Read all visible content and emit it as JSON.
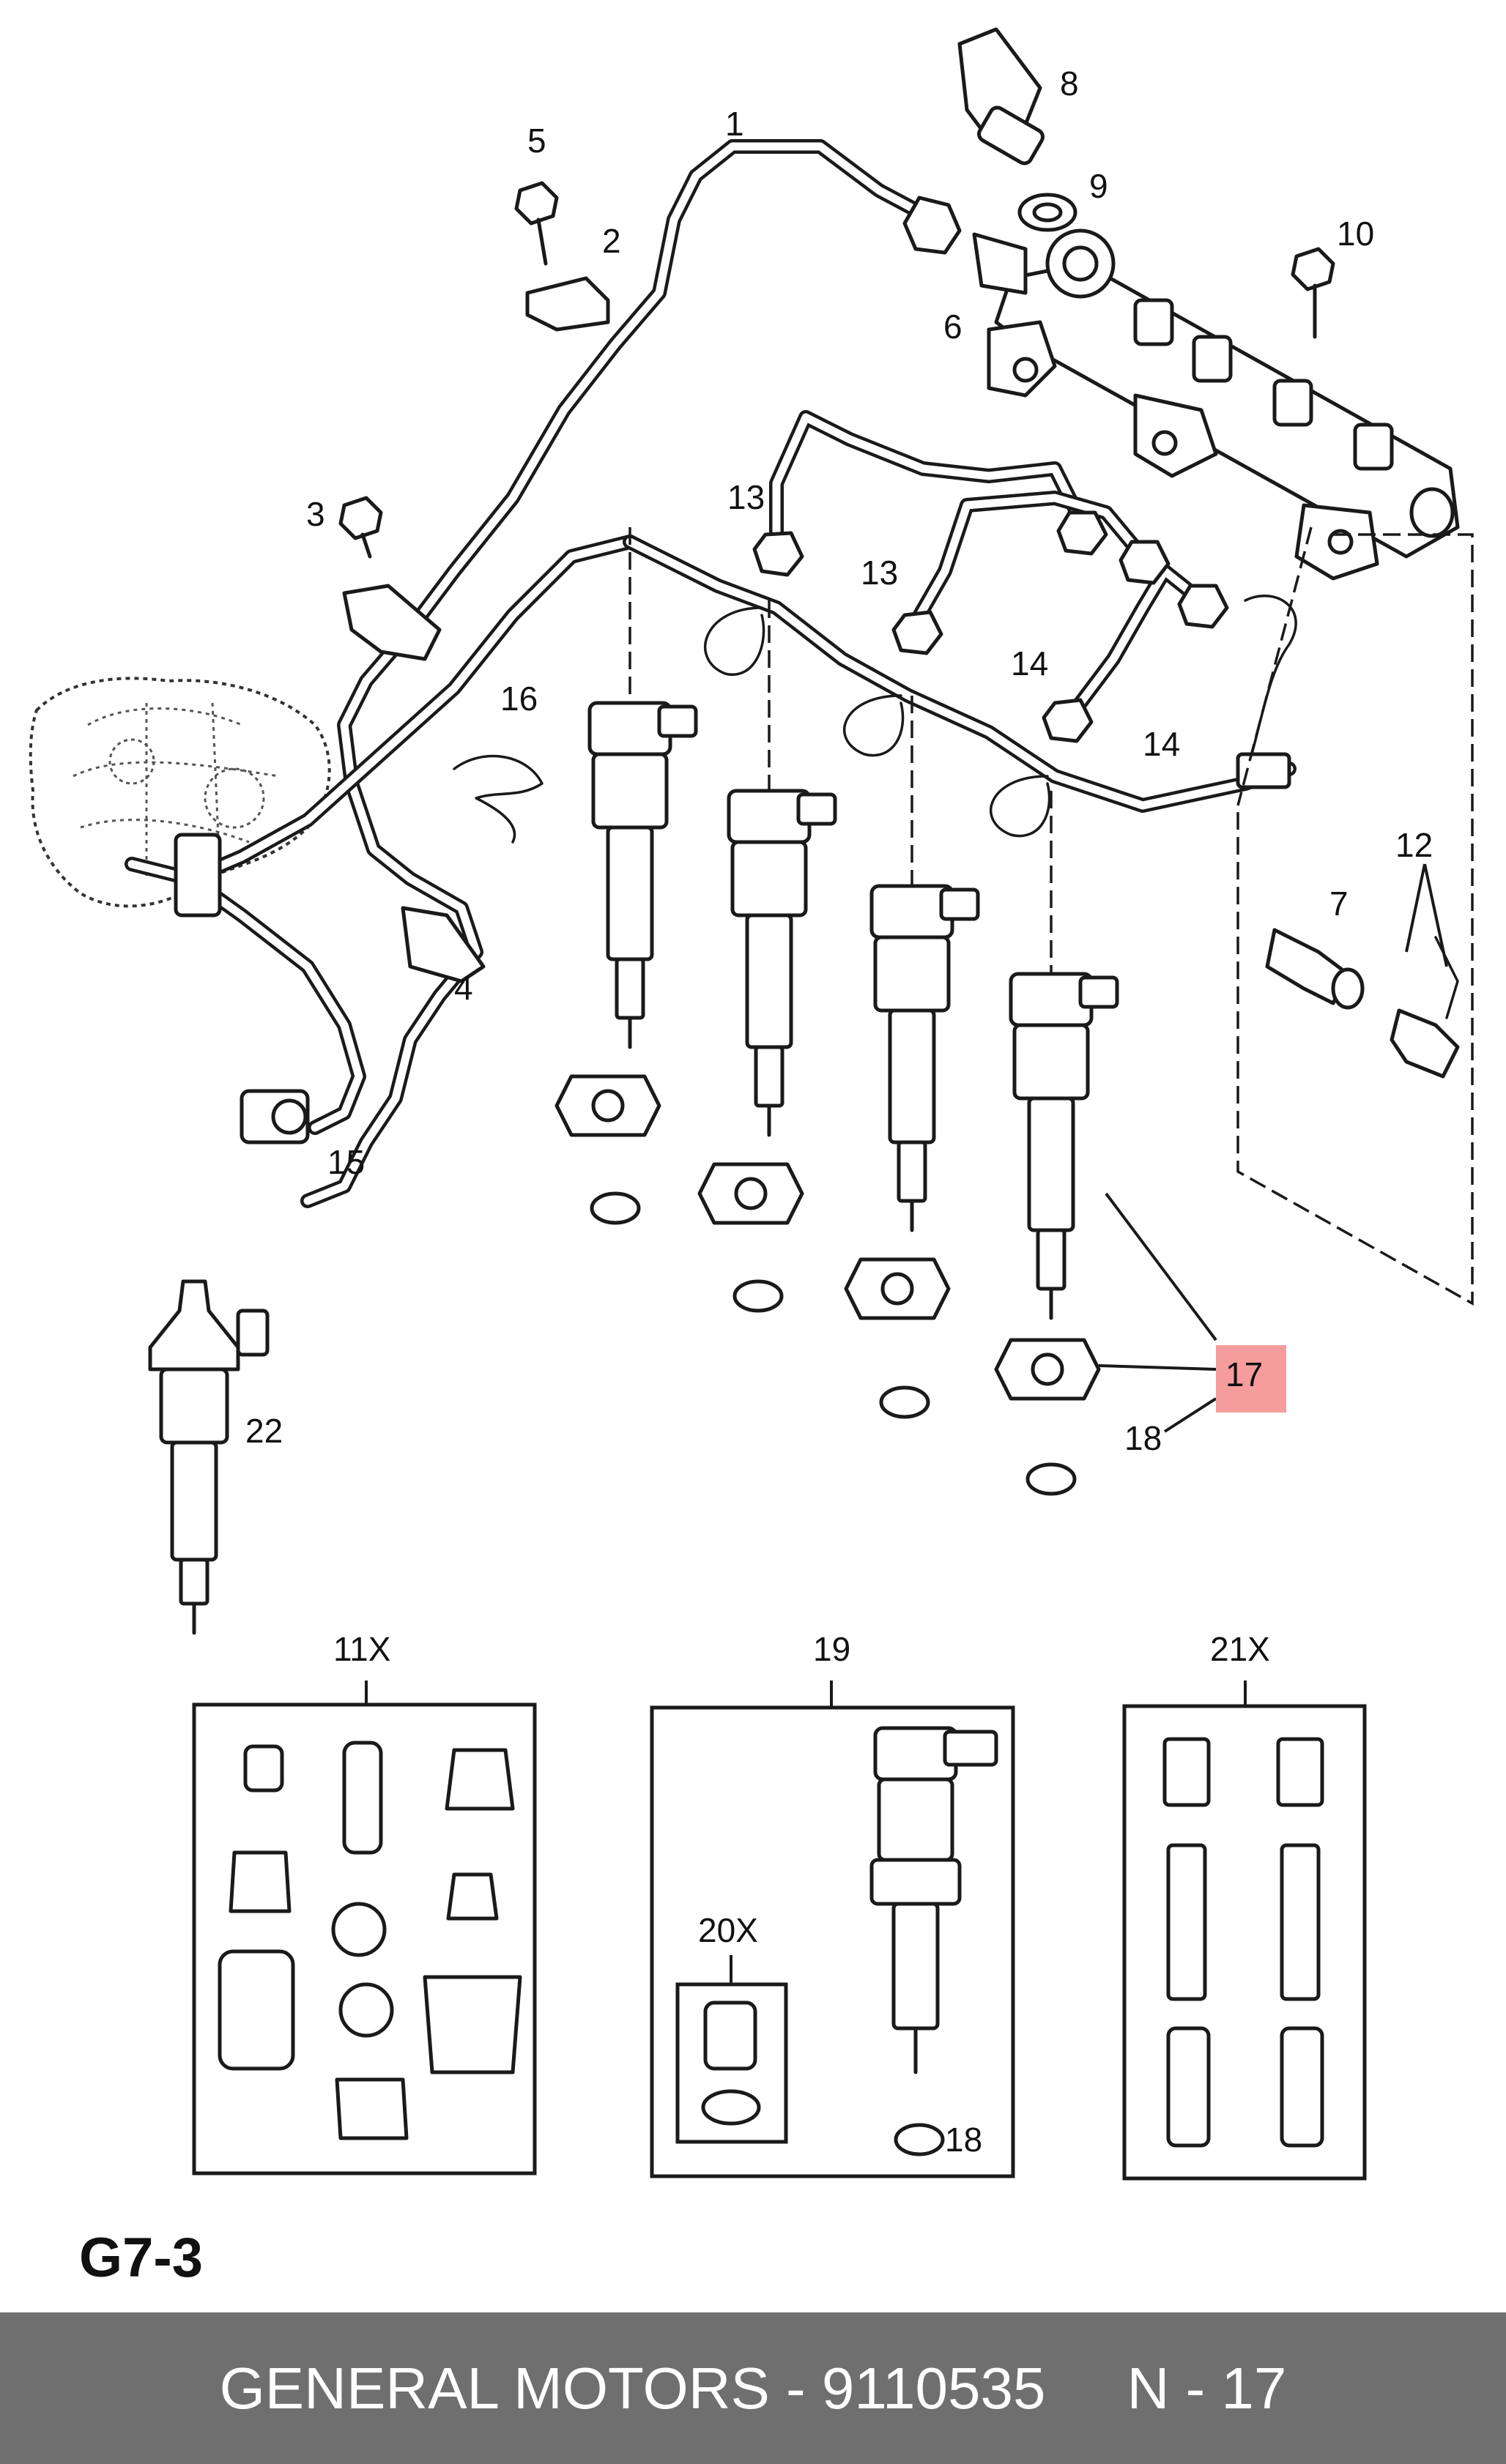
{
  "diagram": {
    "callouts": {
      "c1": "1",
      "c2": "2",
      "c3": "3",
      "c4": "4",
      "c5": "5",
      "c6": "6",
      "c7": "7",
      "c8": "8",
      "c9": "9",
      "c10": "10",
      "c12": "12",
      "c13a": "13",
      "c13b": "13",
      "c14a": "14",
      "c14b": "14",
      "c15": "15",
      "c16": "16",
      "c17": "17",
      "c18a": "18",
      "c18b": "18",
      "c22": "22",
      "c11x": "11X",
      "c19": "19",
      "c20x": "20X",
      "c21x": "21X"
    },
    "highlight_color": "#f59d9d",
    "icons": {
      "fuel-rail": "fuel-rail-icon",
      "injector": "fuel-injector-icon",
      "pressure-sensor": "pressure-sensor-icon",
      "gasket": "gasket-icon",
      "seal-ring": "seal-ring-icon",
      "bolt": "bolt-icon",
      "clip": "clip-icon",
      "fuel-pump": "fuel-pump-icon"
    }
  },
  "page_code": "G7-3",
  "footer": {
    "text": "GENERAL MOTORS - 9110535     N - 17",
    "background": "#6f6f6f"
  }
}
